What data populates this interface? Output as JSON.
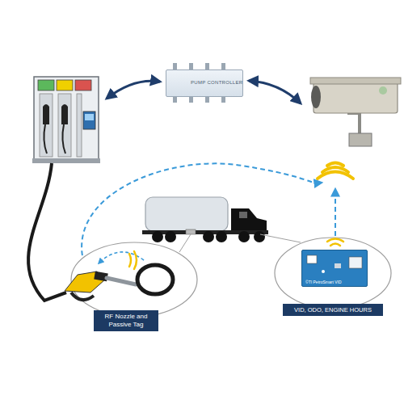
{
  "diagram": {
    "nodes": [
      {
        "text": [
          "PUMP CONTROLLER"
        ]
      },
      {
        "text": [
          "RF Nozzle and Passive Tag"
        ]
      },
      {
        "text": [
          "VID, ODO, ENGINE HOURS"
        ]
      },
      {
        "text": [
          "©TI PetroSmart VID"
        ],
        "in": 2
      }
    ]
  }
}
